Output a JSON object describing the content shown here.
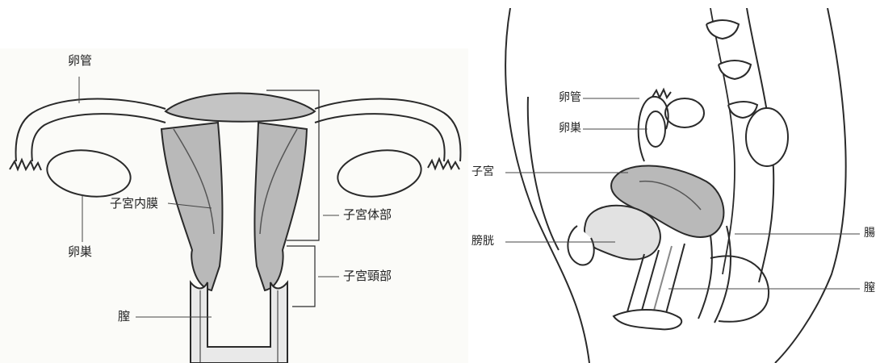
{
  "frontal": {
    "labels": {
      "fallopian_tube": "卵管",
      "ovary": "卵巣",
      "endometrium": "子宮内膜",
      "uterine_body": "子宮体部",
      "cervix": "子宮頸部",
      "vagina": "膣"
    }
  },
  "sagittal": {
    "labels": {
      "fallopian_tube": "卵管",
      "ovary": "卵巣",
      "uterus": "子宮",
      "bladder": "膀胱",
      "rectum_partial": "腸",
      "vagina_partial": "膣"
    }
  },
  "colors": {
    "tissue_gray": "#b9b9b9",
    "tissue_light": "#d2d2d2",
    "outline": "#2a2a2a"
  }
}
